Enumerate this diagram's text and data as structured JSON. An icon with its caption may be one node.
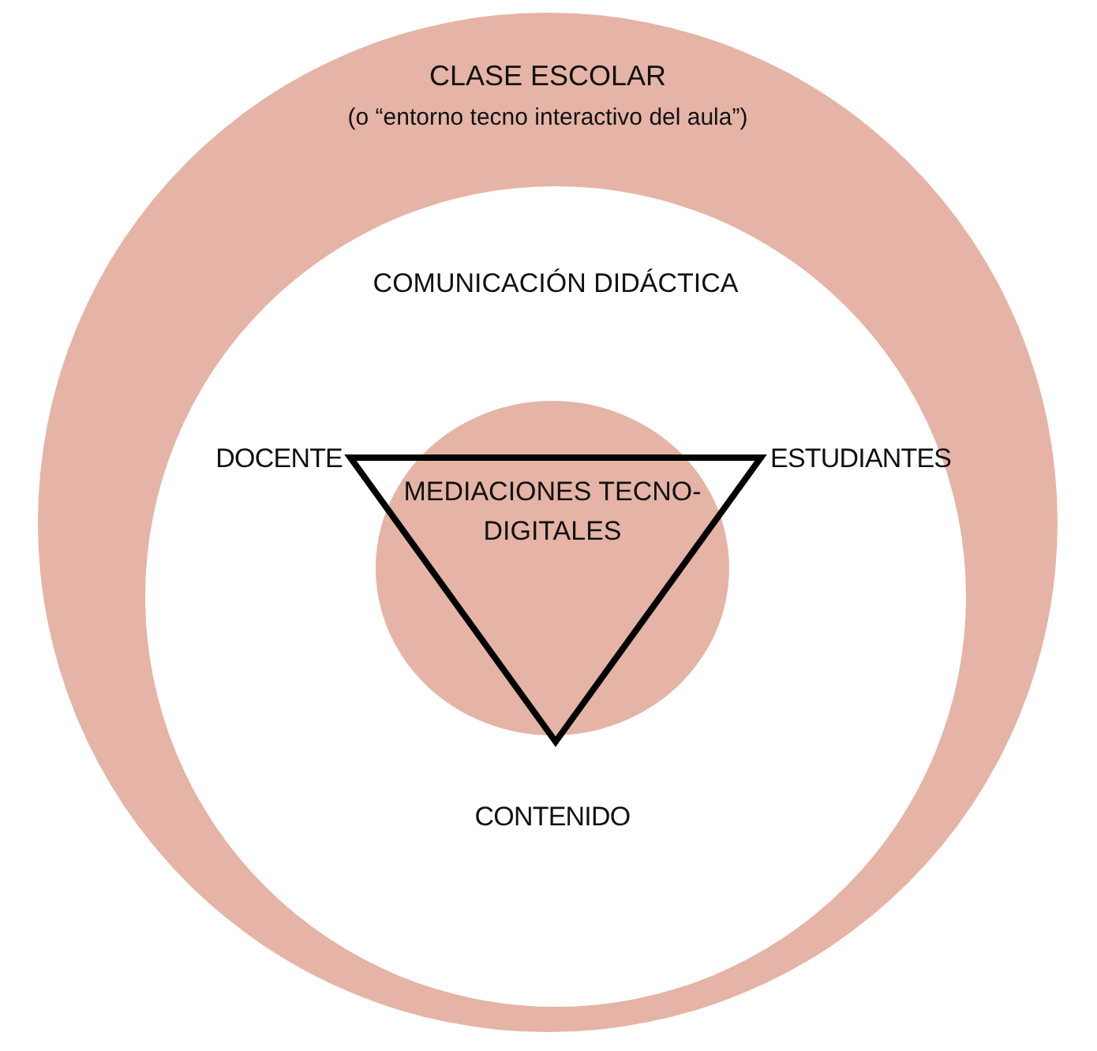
{
  "diagram": {
    "nodes": [
      {
        "text": [
          "CLASE ESCOLAR",
          "(o “entorno tecno interactivo del aula”)"
        ]
      },
      {
        "text": [
          "COMUNICACIÓN DIDÁCTICA"
        ],
        "in": 0
      },
      {
        "text": [
          "MEDIACIONES TECNO-DIGITALES"
        ],
        "in": 1
      }
    ],
    "labels": [
      "DOCENTE",
      "ESTUDIANTES",
      "CONTENIDO"
    ]
  }
}
